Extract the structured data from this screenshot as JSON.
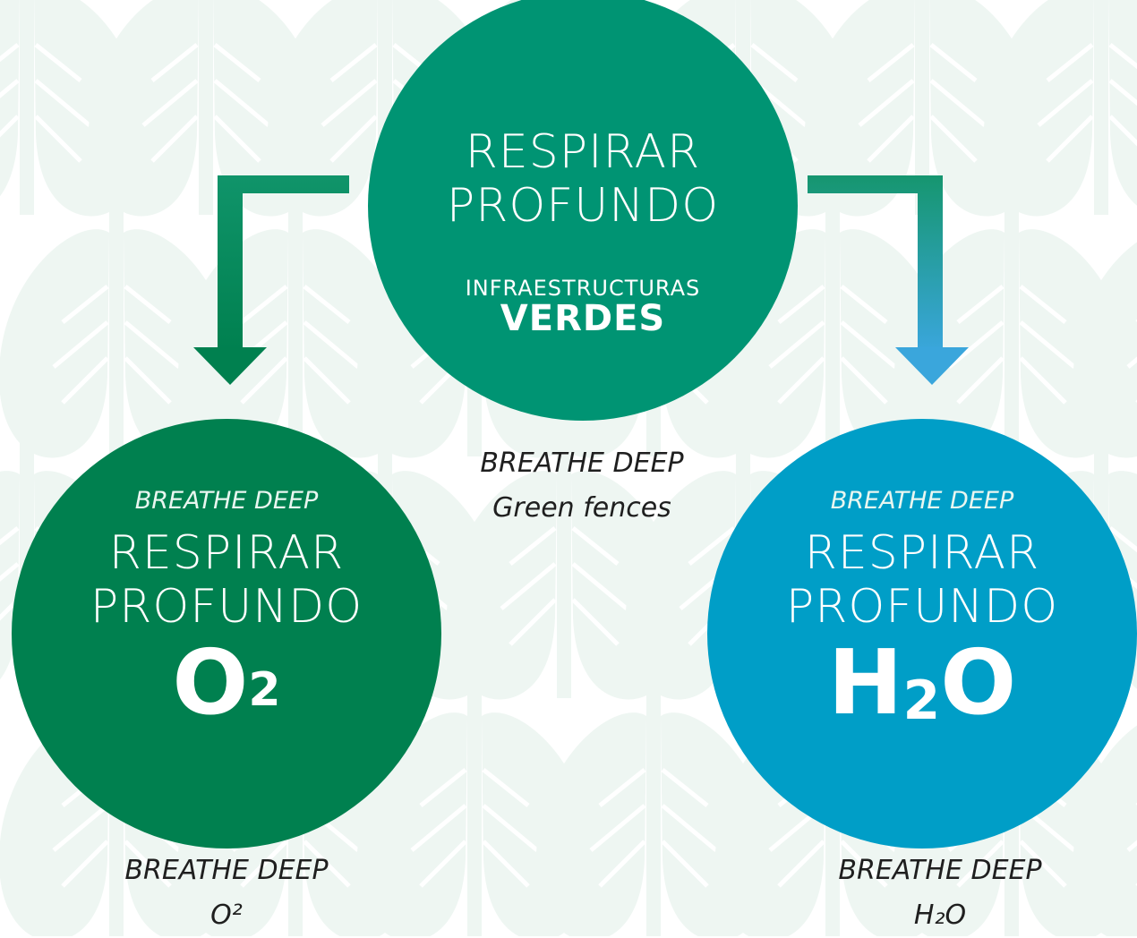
{
  "colors": {
    "top_circle": "#009473",
    "left_circle": "#00804f",
    "right_circle": "#009ec7",
    "left_arrow": "#00804f",
    "right_arrow_start": "#009473",
    "right_arrow_end": "#3aa6dc",
    "background_pattern": "#eef6f2"
  },
  "background": {
    "pattern_icon": "lungs-tree-icon"
  },
  "top": {
    "title_line1": "RESPIRAR",
    "title_line2": "PROFUNDO",
    "subtitle_small": "INFRAESTRUCTURAS",
    "subtitle_big": "VERDES",
    "caption_line1": "BREATHE DEEP",
    "caption_line2": "Green fences"
  },
  "left": {
    "tagline": "BREATHE DEEP",
    "title_line1": "RESPIRAR",
    "title_line2": "PROFUNDO",
    "formula_base": "O",
    "formula_sup": "2",
    "caption_line1": "BREATHE DEEP",
    "caption_line2": "O²"
  },
  "right": {
    "tagline": "BREATHE DEEP",
    "title_line1": "RESPIRAR",
    "title_line2": "PROFUNDO",
    "formula_a": "H",
    "formula_sub": "2",
    "formula_b": "O",
    "caption_line1": "BREATHE DEEP",
    "caption_line2": "H₂O"
  }
}
